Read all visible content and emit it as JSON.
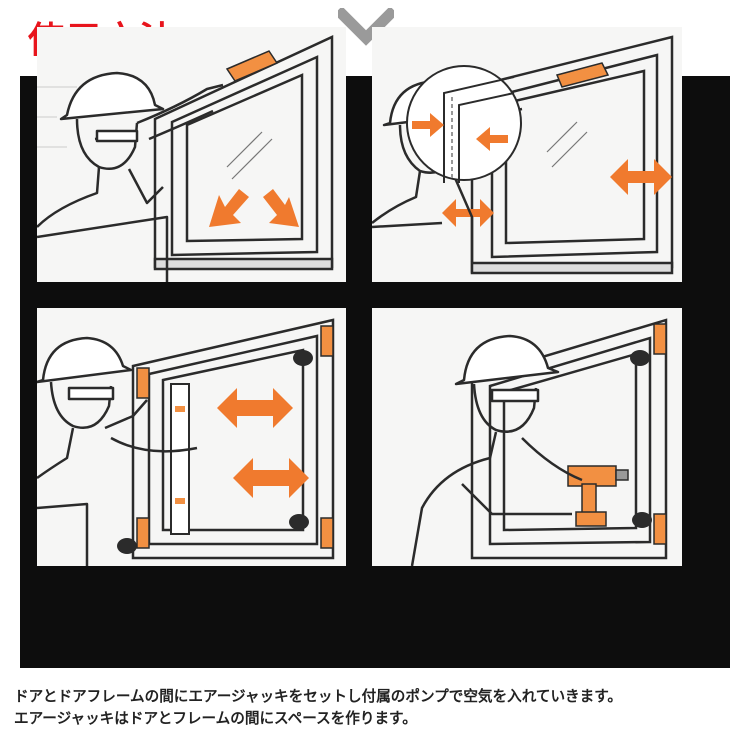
{
  "title": "使用方法",
  "colors": {
    "title": "#e8141c",
    "chevron": "#9a9a9a",
    "frame": "#0d0d0d",
    "arrow": "#f07a2e",
    "jack": "#f29042",
    "line": "#2b2b2b",
    "panel_bg": "#f6f6f5"
  },
  "icons": {
    "chevron": "chevron-down-icon",
    "arrow": "orange-arrow-icon"
  },
  "caption": {
    "line1": "ドアとドアフレームの間にエアージャッキをセットし付属のポンプで空気を入れていきます。",
    "line2": "エアージャッキはドアとフレームの間にスペースを作ります。"
  }
}
